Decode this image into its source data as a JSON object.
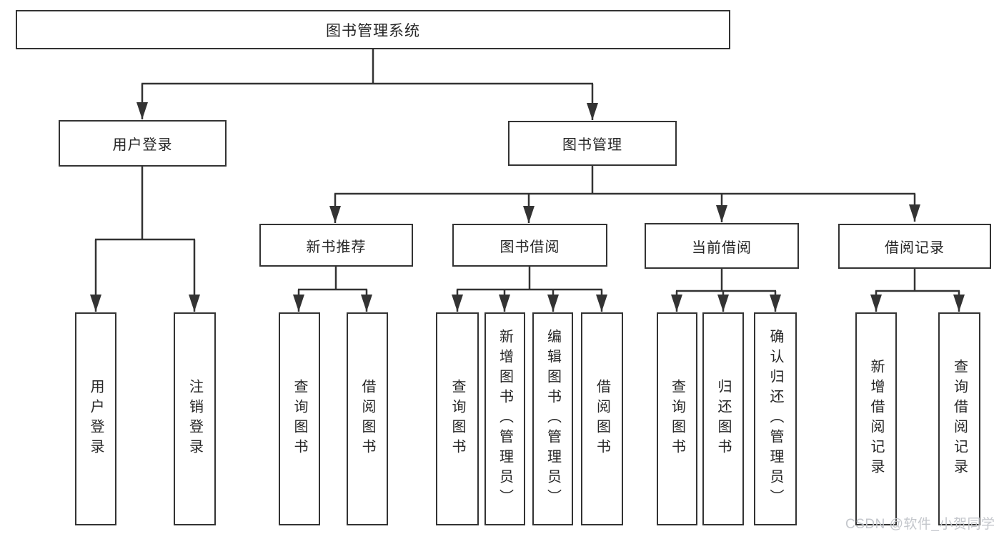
{
  "nodes": {
    "root": "图书管理系统",
    "user_login": "用户登录",
    "book_mgmt": "图书管理",
    "user_login_leaf": "用户登录",
    "logout_leaf": "注销登录",
    "new_book_rec": "新书推荐",
    "book_borrow": "图书借阅",
    "current_borrow": "当前借阅",
    "borrow_records": "借阅记录",
    "nb_query_books": "查询图书",
    "nb_borrow_books": "借阅图书",
    "bb_query_books": "查询图书",
    "bb_add_books": "新增图书（管理员）",
    "bb_edit_books": "编辑图书（管理员）",
    "bb_borrow_books": "借阅图书",
    "cb_query_books": "查询图书",
    "cb_return_books": "归还图书",
    "cb_confirm_return": "确认归还（管理员）",
    "br_add_record": "新增借阅记录",
    "br_query_record": "查询借阅记录"
  },
  "hierarchy": {
    "图书管理系统": {
      "用户登录": [
        "用户登录",
        "注销登录"
      ],
      "图书管理": {
        "新书推荐": [
          "查询图书",
          "借阅图书"
        ],
        "图书借阅": [
          "查询图书",
          "新增图书（管理员）",
          "编辑图书（管理员）",
          "借阅图书"
        ],
        "当前借阅": [
          "查询图书",
          "归还图书",
          "确认归还（管理员）"
        ],
        "借阅记录": [
          "新增借阅记录",
          "查询借阅记录"
        ]
      }
    }
  },
  "watermark": "CSDN @软件_小贺同学",
  "colors": {
    "line": "#333333",
    "box_border": "#333333",
    "text": "#262626",
    "watermark": "#c4c7cc",
    "background": "#ffffff"
  }
}
